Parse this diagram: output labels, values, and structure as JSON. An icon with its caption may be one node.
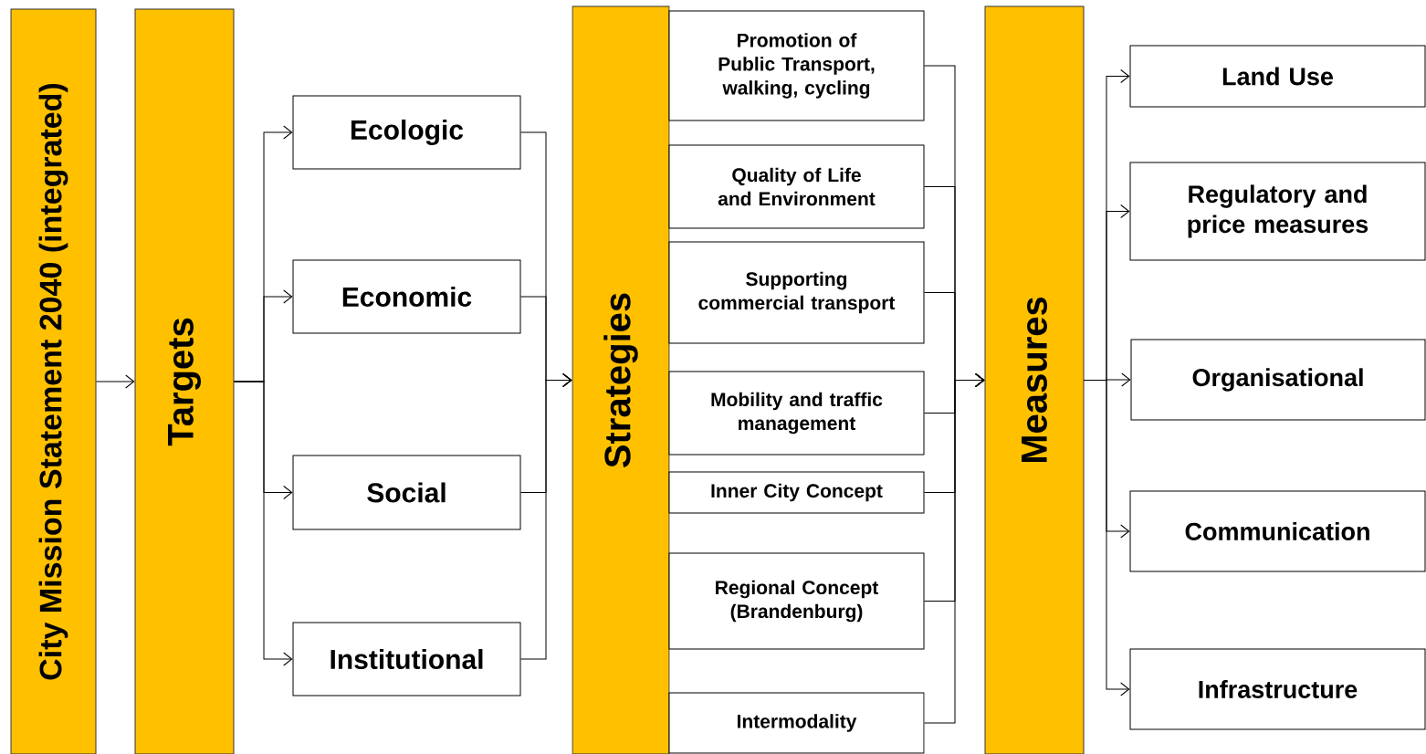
{
  "diagram": {
    "nodes": [
      {
        "text": [
          "City Mission Statement 2040 (integrated)"
        ]
      },
      {
        "text": [
          "Targets"
        ]
      },
      {
        "text": [
          "Ecologic"
        ]
      },
      {
        "text": [
          "Economic"
        ]
      },
      {
        "text": [
          "Social"
        ]
      },
      {
        "text": [
          "Institutional"
        ]
      },
      {
        "text": [
          "Strategies"
        ]
      },
      {
        "text": [
          "Promotion of Public Transport, walking, cycling"
        ]
      },
      {
        "text": [
          "Quality of Life and Environment"
        ]
      },
      {
        "text": [
          "Supporting commercial transport"
        ]
      },
      {
        "text": [
          "Mobility and traffic management"
        ]
      },
      {
        "text": [
          "Inner City Concept"
        ]
      },
      {
        "text": [
          "Regional Concept (Brandenburg)"
        ]
      },
      {
        "text": [
          "Intermodality"
        ]
      },
      {
        "text": [
          "Measures"
        ]
      },
      {
        "text": [
          "Land Use"
        ]
      },
      {
        "text": [
          "Regulatory and price measures"
        ]
      },
      {
        "text": [
          "Organisational"
        ]
      },
      {
        "text": [
          "Communication"
        ]
      },
      {
        "text": [
          "Infrastructure"
        ]
      }
    ],
    "edges": [
      {
        "from": 0,
        "to": 1,
        "arrow": "to"
      },
      {
        "from": 1,
        "to": 2,
        "arrow": "to"
      },
      {
        "from": 1,
        "to": 3,
        "arrow": "to"
      },
      {
        "from": 1,
        "to": 4,
        "arrow": "to"
      },
      {
        "from": 1,
        "to": 5,
        "arrow": "to"
      },
      {
        "from": 2,
        "to": 6,
        "arrow": "to"
      },
      {
        "from": 3,
        "to": 6,
        "arrow": "to"
      },
      {
        "from": 4,
        "to": 6,
        "arrow": "to"
      },
      {
        "from": 5,
        "to": 6,
        "arrow": "to"
      },
      {
        "from": 7,
        "to": 14,
        "arrow": "to"
      },
      {
        "from": 8,
        "to": 14,
        "arrow": "to"
      },
      {
        "from": 9,
        "to": 14,
        "arrow": "to"
      },
      {
        "from": 10,
        "to": 14,
        "arrow": "to"
      },
      {
        "from": 11,
        "to": 14,
        "arrow": "to"
      },
      {
        "from": 12,
        "to": 14,
        "arrow": "to"
      },
      {
        "from": 13,
        "to": 14,
        "arrow": "to"
      },
      {
        "from": 14,
        "to": 15,
        "arrow": "to"
      },
      {
        "from": 14,
        "to": 16,
        "arrow": "to"
      },
      {
        "from": 14,
        "to": 17,
        "arrow": "to"
      },
      {
        "from": 14,
        "to": 18,
        "arrow": "to"
      },
      {
        "from": 14,
        "to": 19,
        "arrow": "to"
      }
    ]
  }
}
